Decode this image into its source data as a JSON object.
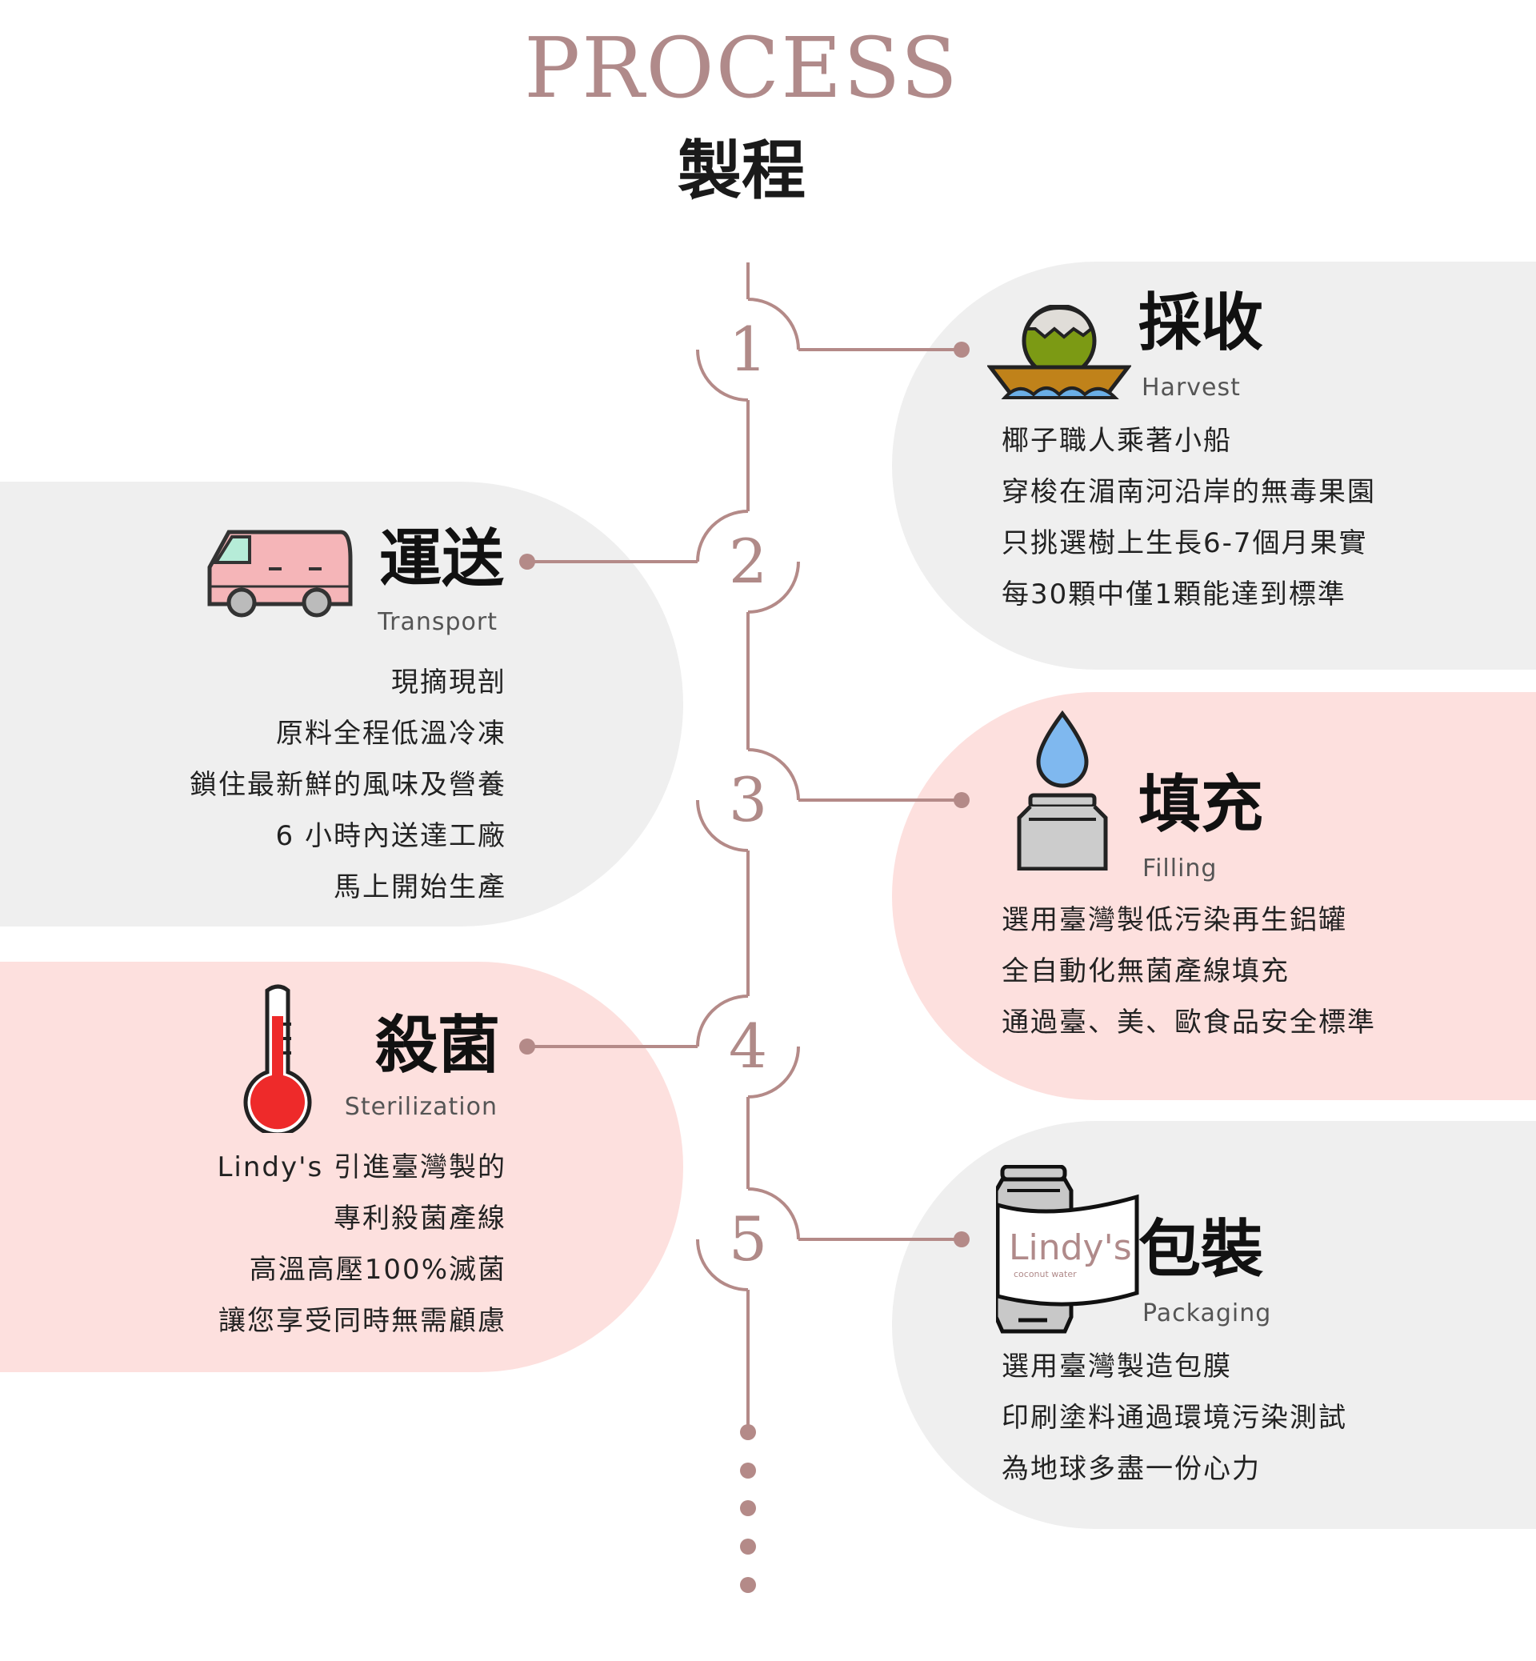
{
  "header": {
    "title": "PROCESS",
    "subtitle": "製程"
  },
  "colors": {
    "accent": "#b48a88",
    "gray_panel": "#efefef",
    "pink_panel": "#fde0de"
  },
  "steps": [
    {
      "number": "1",
      "title": "採收",
      "en": "Harvest",
      "icon": "coconut-boat-icon",
      "lines": [
        "椰子職人乘著小船",
        "穿梭在湄南河沿岸的無毒果園",
        "只挑選樹上生長6-7個月果實",
        "每30顆中僅1顆能達到標準"
      ]
    },
    {
      "number": "2",
      "title": "運送",
      "en": "Transport",
      "icon": "van-icon",
      "lines": [
        "現摘現剖",
        "原料全程低溫冷凍",
        "鎖住最新鮮的風味及營養",
        "6 小時內送達工廠",
        "馬上開始生產"
      ]
    },
    {
      "number": "3",
      "title": "填充",
      "en": "Filling",
      "icon": "water-drop-jar-icon",
      "lines": [
        "選用臺灣製低污染再生鋁罐",
        "全自動化無菌產線填充",
        "通過臺、美、歐食品安全標準"
      ]
    },
    {
      "number": "4",
      "title": "殺菌",
      "en": "Sterilization",
      "icon": "thermometer-icon",
      "lines": [
        "Lindy's 引進臺灣製的",
        "專利殺菌產線",
        "高溫高壓100%滅菌",
        "讓您享受同時無需顧慮"
      ]
    },
    {
      "number": "5",
      "title": "包裝",
      "en": "Packaging",
      "icon": "lindys-can-icon",
      "lines": [
        "選用臺灣製造包膜",
        "印刷塗料通過環境污染測試",
        "為地球多盡一份心力"
      ]
    }
  ],
  "can_label": {
    "brand": "Lindy's",
    "tagline": "coconut water"
  }
}
